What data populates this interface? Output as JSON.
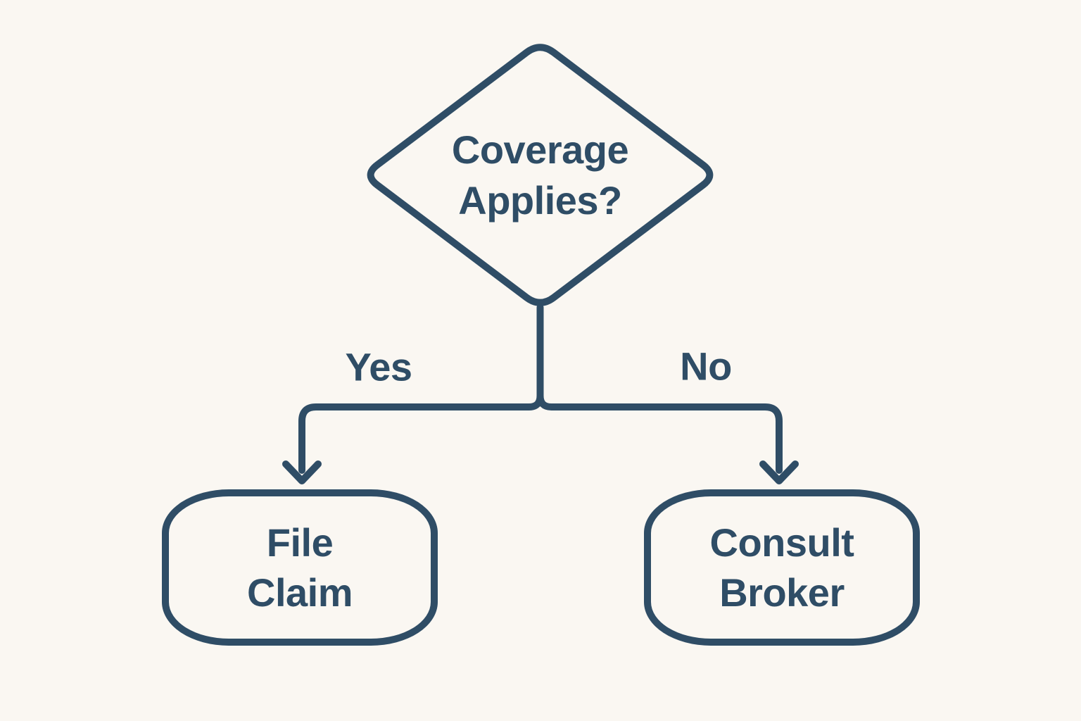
{
  "diagram": {
    "type": "decision-flowchart",
    "colors": {
      "ink": "#2f4d66",
      "background": "#faf7f2"
    },
    "decision": {
      "text": "Coverage Applies?",
      "lines": [
        "Coverage",
        "Applies?"
      ]
    },
    "branches": {
      "yes": {
        "label": "Yes"
      },
      "no": {
        "label": "No"
      }
    },
    "outcomes": {
      "file_claim": {
        "text": "File Claim",
        "lines": [
          "File",
          "Claim"
        ]
      },
      "consult_broker": {
        "text": "Consult Broker",
        "lines": [
          "Consult",
          "Broker"
        ]
      }
    }
  }
}
